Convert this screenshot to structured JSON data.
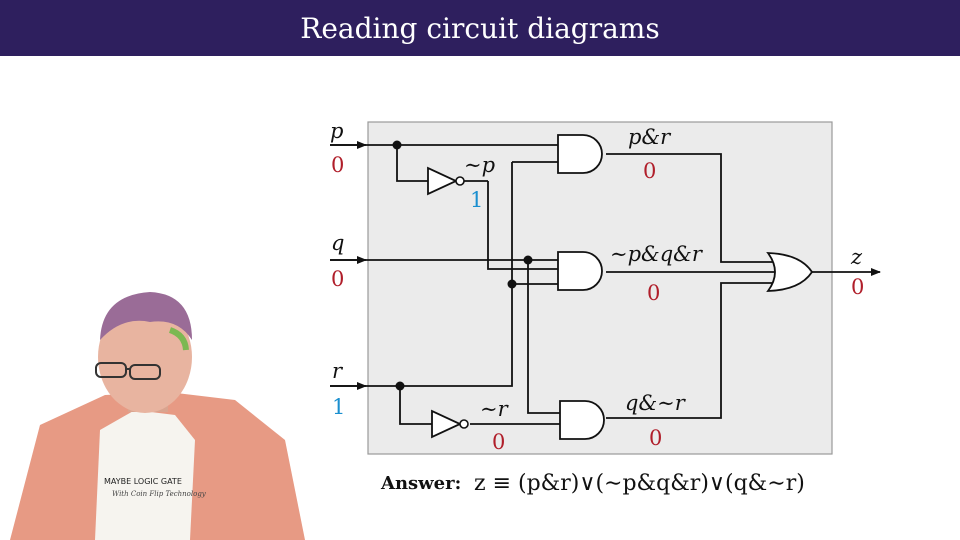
{
  "title": "Reading circuit diagrams",
  "inputs": {
    "p": {
      "label": "p",
      "value": "0"
    },
    "q": {
      "label": "q",
      "value": "0"
    },
    "r": {
      "label": "r",
      "value": "1"
    }
  },
  "not_p": {
    "label": "∼p",
    "value": "1"
  },
  "not_r": {
    "label": "∼r",
    "value": "0"
  },
  "and1": {
    "label": "p&r",
    "value": "0"
  },
  "and2": {
    "label": "∼p&q&r",
    "value": "0"
  },
  "and3": {
    "label": "q&∼r",
    "value": "0"
  },
  "output": {
    "label": "z",
    "value": "0"
  },
  "answer": {
    "label": "Answer:",
    "expression": "z ≡ (p&r)∨(∼p&q&r)∨(q&∼r)"
  },
  "shirt": {
    "line1": "MAYBE LOGIC GATE",
    "line2": "With Coin Flip Technology"
  },
  "colors": {
    "title_bg": "#2e1f5e",
    "panel": "#ebebeb",
    "value_red": "#b01e2a",
    "value_blue": "#1a8fcf"
  }
}
